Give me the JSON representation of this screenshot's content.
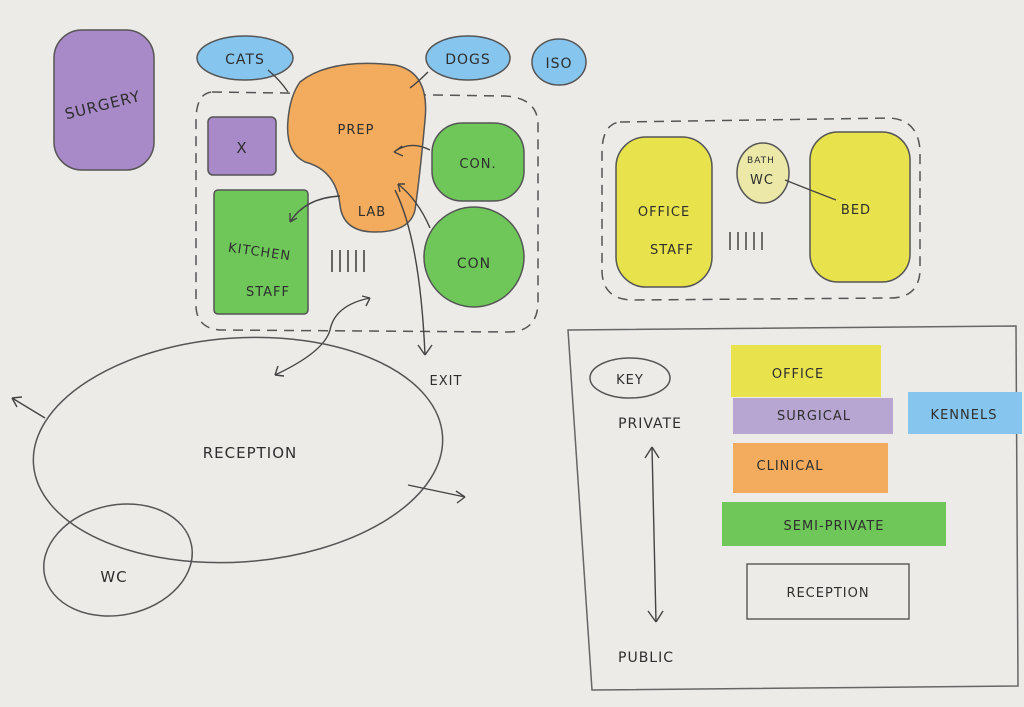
{
  "rooms": {
    "surgery": "SURGERY",
    "cats": "CATS",
    "dogs": "DOGS",
    "iso": "ISO",
    "x_room": "X",
    "prep": "PREP",
    "lab": "LAB",
    "con_top": "CON.",
    "con_bottom": "CON",
    "kitchen": "KITCHEN",
    "kitchen_staff": "STAFF",
    "office": "OFFICE",
    "office_staff": "STAFF",
    "bath": "BATH",
    "wc_upper": "WC",
    "bed": "BED",
    "reception": "RECEPTION",
    "wc": "WC",
    "exit": "EXIT"
  },
  "key": {
    "title": "KEY",
    "private": "PRIVATE",
    "public": "PUBLIC",
    "office": "OFFICE",
    "surgical": "SURGICAL",
    "kennels": "KENNELS",
    "clinical": "CLINICAL",
    "semi_private": "SEMI-PRIVATE",
    "reception": "RECEPTION"
  },
  "colors": {
    "paper": "#ecebe8",
    "pencil": "#555555",
    "office_yellow": "#e8e24c",
    "surgical_purple": "#a98ac8",
    "kennels_blue": "#86c5ee",
    "clinical_orange": "#f3ac5e",
    "semi_private_green": "#6fc75a"
  }
}
